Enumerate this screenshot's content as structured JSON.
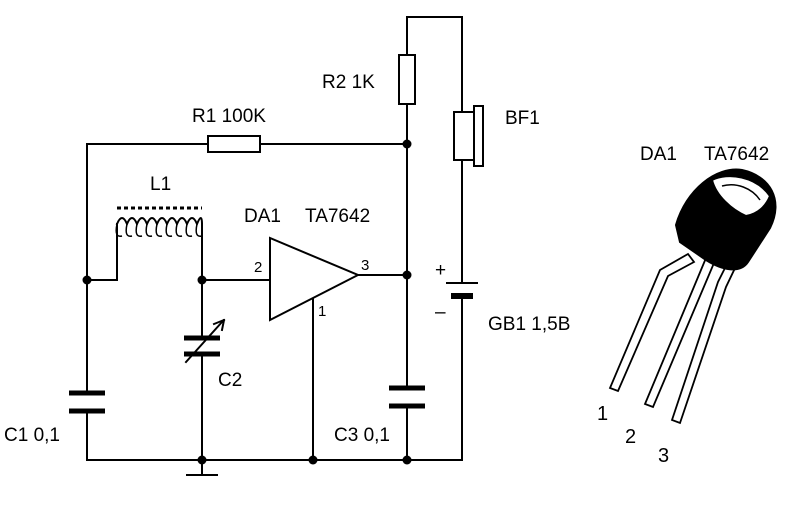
{
  "labels": {
    "r1": "R1 100K",
    "r2": "R2 1K",
    "bf1": "BF1",
    "l1": "L1",
    "da1": "DA1",
    "ta7642": "TA7642",
    "da1_pkg": "DA1",
    "ta7642_pkg": "TA7642",
    "gb1": "GB1 1,5B",
    "c1": "C1 0,1",
    "c2": "C2",
    "c3": "C3 0,1",
    "plus": "+",
    "minus": "–",
    "pin1": "1",
    "pin2": "2",
    "pin3": "3",
    "pkg_pin1": "1",
    "pkg_pin2": "2",
    "pkg_pin3": "3"
  }
}
